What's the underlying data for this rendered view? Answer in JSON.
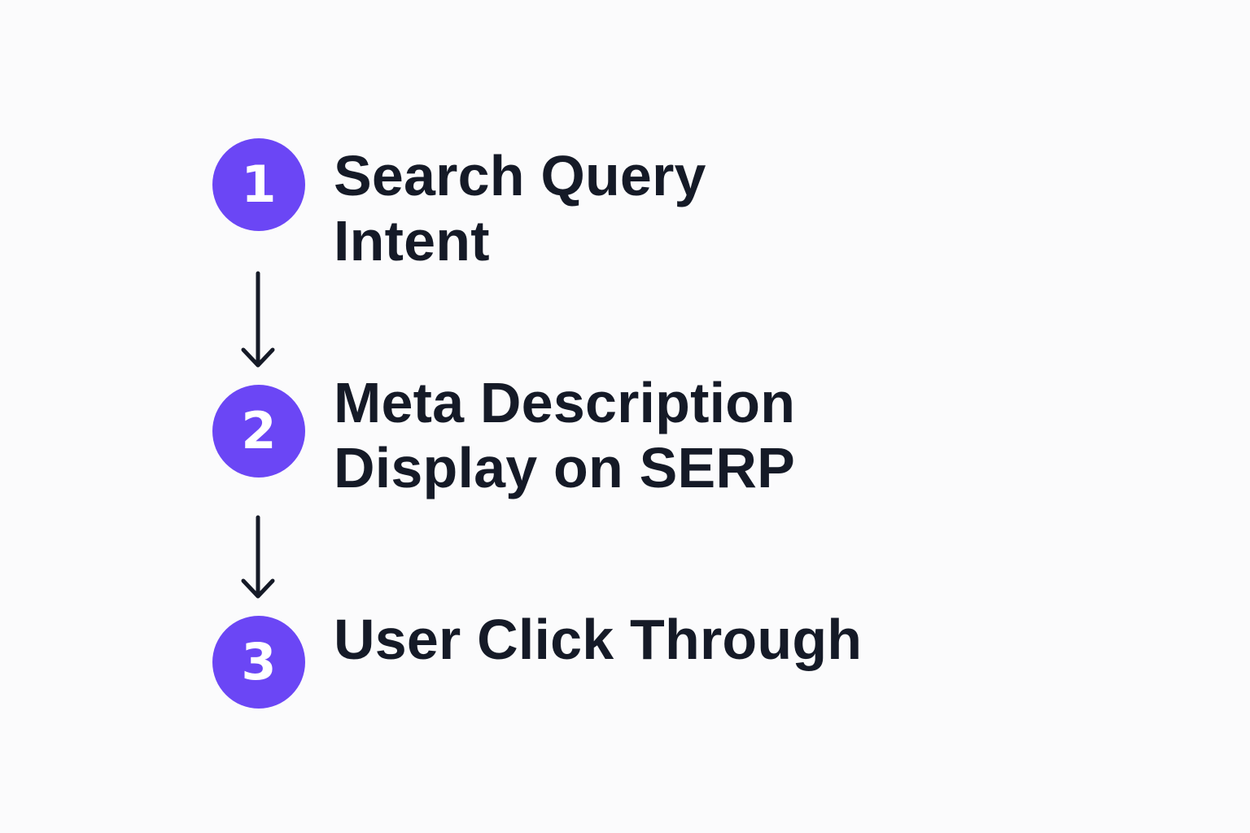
{
  "colors": {
    "badge": "#6b46f5",
    "text": "#151a27",
    "arrow": "#151a27",
    "background": "#fbfbfc"
  },
  "steps": [
    {
      "number": "1",
      "lines": [
        "Search Query",
        "Intent"
      ]
    },
    {
      "number": "2",
      "lines": [
        "Meta Description",
        "Display on SERP"
      ]
    },
    {
      "number": "3",
      "lines": [
        "User Click Through"
      ]
    }
  ],
  "connectors": [
    {
      "from": "1",
      "to": "2",
      "icon": "arrow-down-icon"
    },
    {
      "from": "2",
      "to": "3",
      "icon": "arrow-down-icon"
    }
  ]
}
